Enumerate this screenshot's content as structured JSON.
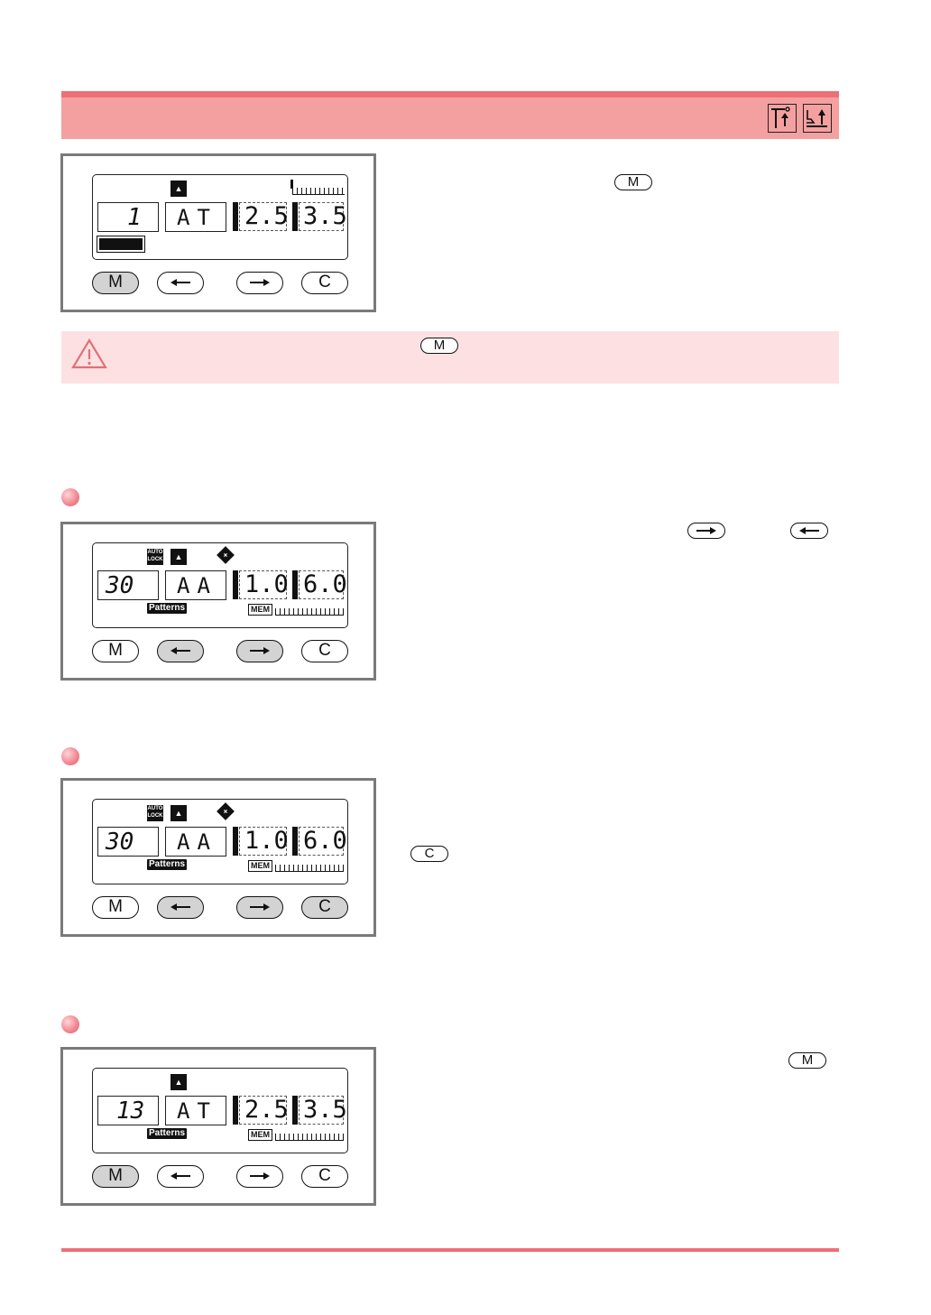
{
  "keys": {
    "m": "M",
    "c": "C"
  },
  "caution": {
    "key_label": "M",
    "icon": "warning-triangle-icon"
  },
  "header": {
    "icons": [
      "needle-up-icon",
      "presser-foot-up-icon"
    ]
  },
  "inline_keys": {
    "right_arrow": "right-arrow-icon",
    "left_arrow": "left-arrow-icon"
  },
  "panels": [
    {
      "pattern": "1",
      "mode": "AT",
      "length": "2.5",
      "width": "3.5",
      "pressed": [
        "M"
      ]
    },
    {
      "pattern": "30",
      "mode": "AA",
      "length": "1.0",
      "width": "6.0",
      "label": "Patterns",
      "mem": "MEM",
      "pressed": [
        "left",
        "right"
      ]
    },
    {
      "pattern": "30",
      "mode": "AA",
      "length": "1.0",
      "width": "6.0",
      "label": "Patterns",
      "mem": "MEM",
      "pressed": [
        "left",
        "right",
        "C"
      ]
    },
    {
      "pattern": "13",
      "mode": "AT",
      "length": "2.5",
      "width": "3.5",
      "label": "Patterns",
      "mem": "MEM",
      "pressed": [
        "M"
      ]
    }
  ],
  "mini_labels": {
    "auto_lock": "AUTO LOCK"
  }
}
